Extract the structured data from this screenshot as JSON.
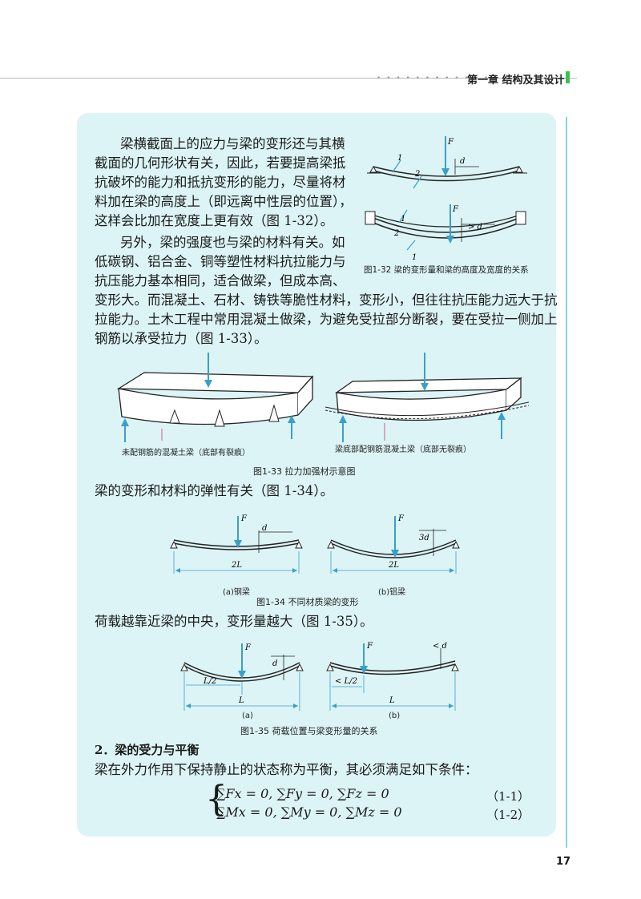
{
  "header": {
    "dots": "• • • • • • • • • • • • • •",
    "chapter": "第一章  结构及其设计"
  },
  "paragraphs": {
    "p1": [
      "梁横截面上的应力与梁的变形还与其横",
      "截面的几何形状有关，因此，若要提高梁抵",
      "抗破坏的能力和抵抗变形的能力，尽量将材",
      "料加在梁的高度上（即远离中性层的位置），",
      "这样会比加在宽度上更有效（图 1-32）。"
    ],
    "p2": [
      "另外，梁的强度也与梁的材料有关。如",
      "低碳钢、铝合金、铜等塑性材料抗拉能力与",
      "抗压能力基本相同，适合做梁，但成本高、",
      "变形大。而混凝土、石材、铸铁等脆性材料，变形小，但往往抗压能力远大于抗",
      "拉能力。土木工程中常用混凝土做梁，为避免受拉部分断裂，要在受拉一侧加上",
      "钢筋以承受拉力（图 1-33）。"
    ],
    "p3": "梁的变形和材料的弹性有关（图 1-34）。",
    "p4": "荷载越靠近梁的中央，变形量越大（图 1-35）。",
    "section_heading": "2．梁的受力与平衡",
    "p5": "梁在外力作用下保持静止的状态称为平衡，其必须满足如下条件："
  },
  "figures": {
    "fig132": {
      "caption": "图1-32   梁的变形量和梁的高度及宽度的关系",
      "label_f": "F",
      "label_d": "d",
      "label_gt_d": "> d",
      "label_1": "1",
      "label_2": "2"
    },
    "fig133": {
      "caption": "图1-33   拉力加强材示意图",
      "left_label": "未配钢筋的混凝土梁（底部有裂痕）",
      "right_label": "梁底部配钢筋混凝土梁（底部无裂痕）"
    },
    "fig134": {
      "caption": "图1-34   不同材质梁的变形",
      "sub_a": "(a)钢梁",
      "sub_b": "(b)铝梁",
      "label_f": "F",
      "label_d": "d",
      "label_3d": "3d",
      "label_2l": "2L"
    },
    "fig135": {
      "caption": "图1-35   荷载位置与梁变形量的关系",
      "sub_a": "(a)",
      "sub_b": "(b)",
      "label_f": "F",
      "label_d": "d",
      "label_lt_d": "< d",
      "label_l2": "L/2",
      "label_lt_l2": "< L/2",
      "label_l": "L"
    }
  },
  "equations": {
    "eq1": "∑Fx = 0,   ∑Fy = 0,   ∑Fz = 0",
    "eq2": "∑Mx = 0,   ∑My = 0,   ∑Mz = 0",
    "eq1_no": "（1-1）",
    "eq2_no": "（1-2）"
  },
  "page_number": "17"
}
